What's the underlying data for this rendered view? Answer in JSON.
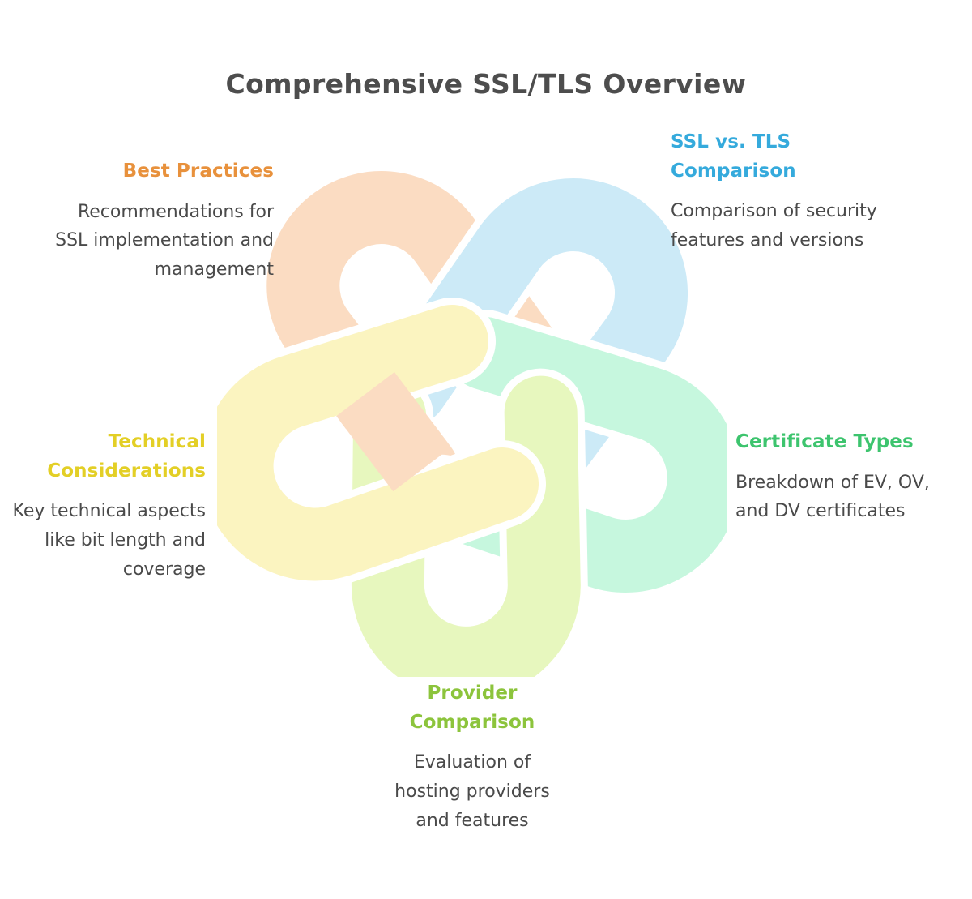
{
  "page": {
    "title": "Comprehensive SSL/TLS Overview",
    "background_color": "#ffffff",
    "body_text_color": "#4a4a4a",
    "title_color": "#4d4d4d"
  },
  "graphic": {
    "name": "five-loop-interlocking-knot",
    "description": "Five interlocking pastel hairpin loops arranged with five-fold rotational symmetry",
    "loops": [
      {
        "id": "loop-peach",
        "color": "#fbdcc2",
        "linked_node": "best-practices"
      },
      {
        "id": "loop-blue",
        "color": "#cceaf7",
        "linked_node": "ssl-vs-tls-comparison"
      },
      {
        "id": "loop-mint",
        "color": "#c6f7de",
        "linked_node": "certificate-types"
      },
      {
        "id": "loop-lime",
        "color": "#e7f7be",
        "linked_node": "provider-comparison"
      },
      {
        "id": "loop-yellow",
        "color": "#fbf4c0",
        "linked_node": "technical-considerations"
      }
    ]
  },
  "nodes": [
    {
      "id": "best-practices",
      "heading": "Best Practices",
      "body": "Recommendations for SSL implementation and management",
      "color": "#e8913c",
      "align": "right"
    },
    {
      "id": "ssl-vs-tls-comparison",
      "heading": "SSL vs. TLS Comparison",
      "body": "Comparison of security features and versions",
      "color": "#35aadc",
      "align": "left"
    },
    {
      "id": "technical-considerations",
      "heading": "Technical Considerations",
      "body": "Key technical aspects like bit length and coverage",
      "color": "#e3cf26",
      "align": "right"
    },
    {
      "id": "certificate-types",
      "heading": "Certificate Types",
      "body": "Breakdown of EV, OV, and DV certificates",
      "color": "#3dc46e",
      "align": "left"
    },
    {
      "id": "provider-comparison",
      "heading": "Provider Comparison",
      "body": "Evaluation of hosting providers and features",
      "color": "#8cc43c",
      "align": "center"
    }
  ]
}
